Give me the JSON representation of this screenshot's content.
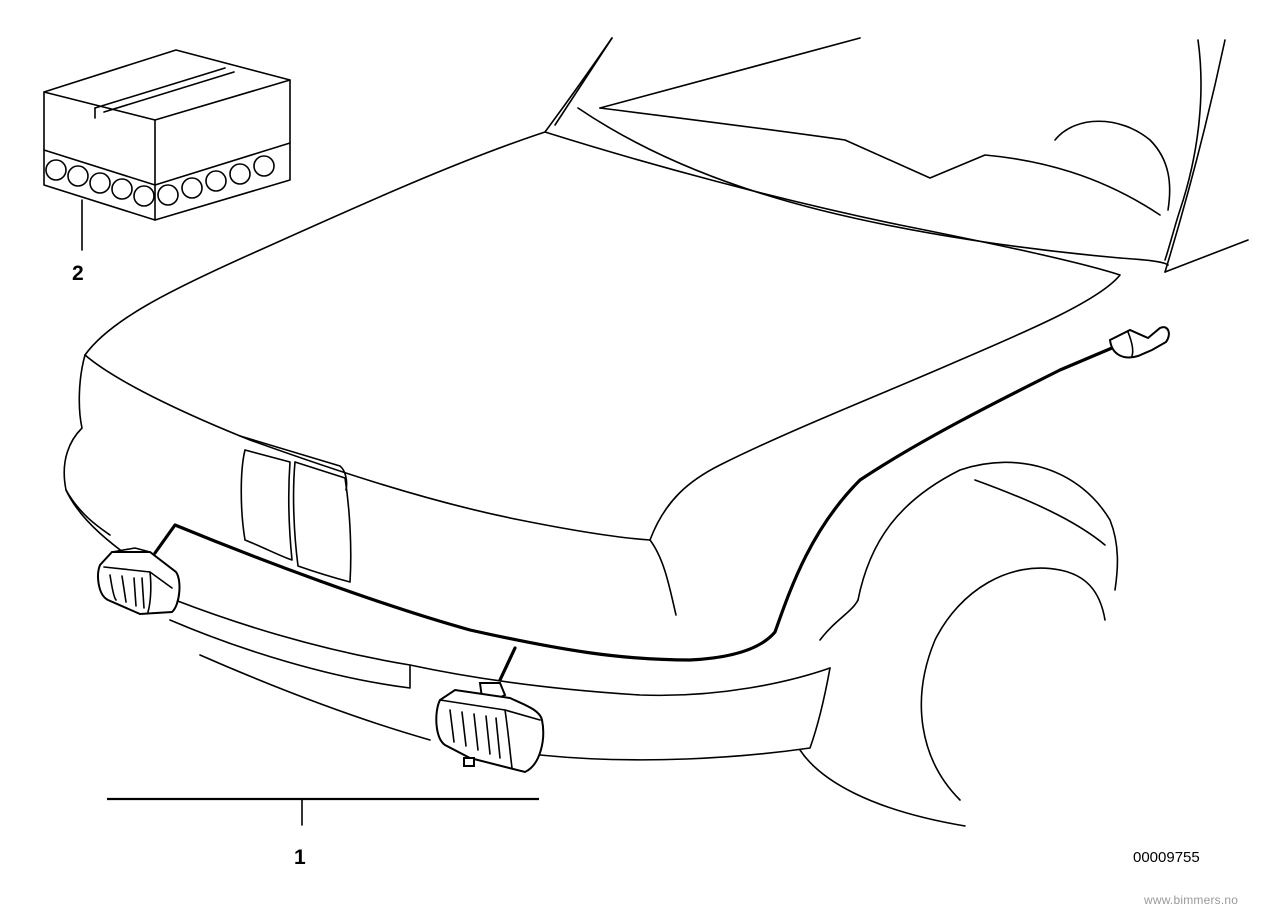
{
  "callouts": {
    "fog_light_kit": "1",
    "bulb_set": "2"
  },
  "diagram_id": "00009755",
  "watermark": "www.bimmers.no"
}
